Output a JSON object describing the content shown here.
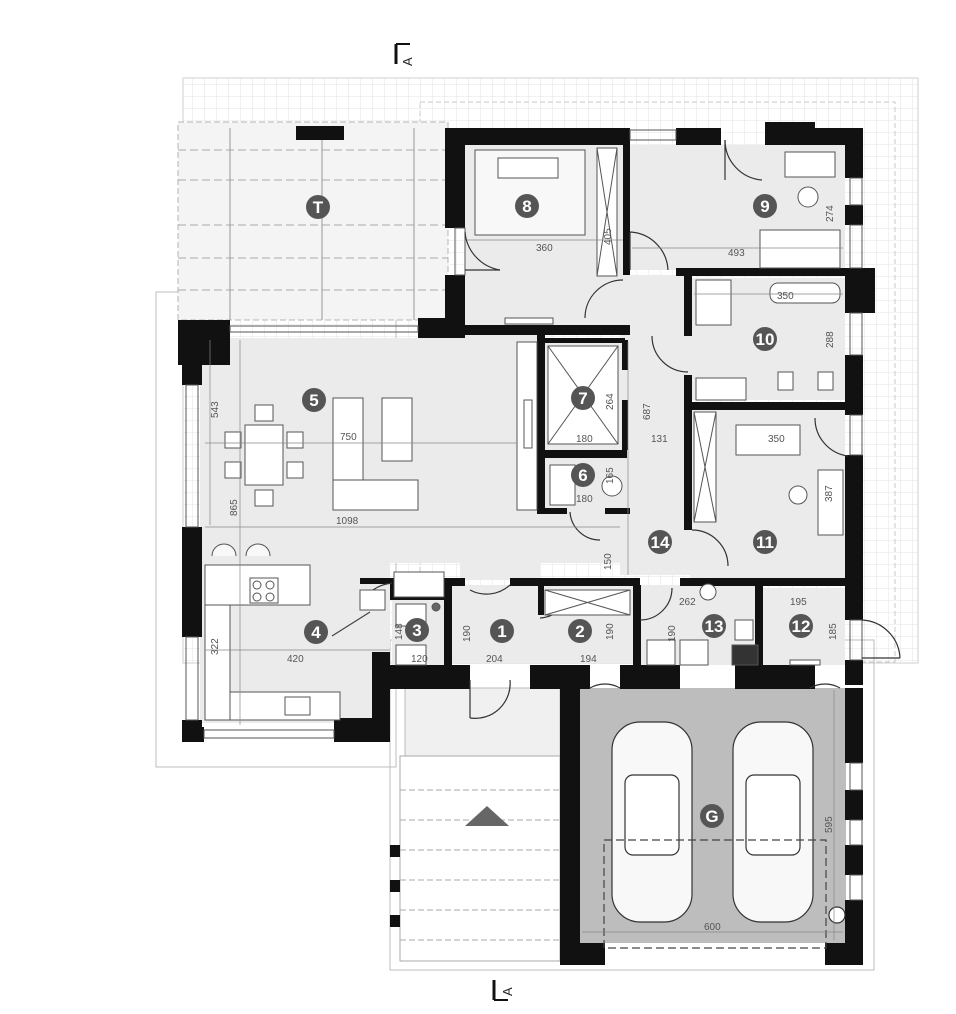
{
  "section_marks": {
    "top": "A",
    "bottom": "A"
  },
  "rooms": {
    "terrace": "T",
    "r1": "1",
    "r2": "2",
    "r3": "3",
    "r4": "4",
    "r5": "5",
    "r6": "6",
    "r7": "7",
    "r8": "8",
    "r9": "9",
    "r10": "10",
    "r11": "11",
    "r12": "12",
    "r13": "13",
    "r14": "14",
    "garage": "G"
  },
  "dimensions": {
    "d360": "360",
    "d405": "405",
    "d493": "493",
    "d274": "274",
    "d350a": "350",
    "d288": "288",
    "d543": "543",
    "d750": "750",
    "d264": "264",
    "d687": "687",
    "d180a": "180",
    "d131": "131",
    "d350b": "350",
    "d165": "165",
    "d180b": "180",
    "d387": "387",
    "d865": "865",
    "d1098": "1098",
    "d150": "150",
    "d262": "262",
    "d195": "195",
    "d148": "148",
    "d190a": "190",
    "d190b": "190",
    "d190c": "190",
    "d185": "185",
    "d322": "322",
    "d120": "120",
    "d420": "420",
    "d204": "204",
    "d194": "194",
    "d595": "595",
    "d600": "600"
  },
  "colors": {
    "wall": "#111111",
    "floor": "#ebebeb",
    "garage_floor": "#bdbdbd",
    "label_bg": "#555555",
    "grid_line": "#d9d9d9",
    "dim_line": "#888888"
  }
}
